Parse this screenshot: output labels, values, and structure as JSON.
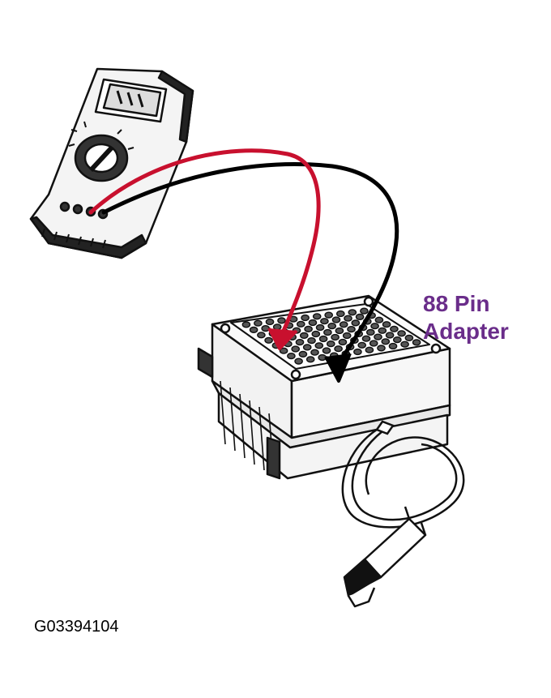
{
  "callout": {
    "line1": "88 Pin",
    "line2": "Adapter"
  },
  "figure_id": "G03394104",
  "colors": {
    "callout_text": "#6a2d8a",
    "red_lead": "#c8102e",
    "black_lead": "#000000",
    "line_art": "#111111"
  },
  "icons": [
    "multimeter-icon",
    "adapter-box-icon",
    "test-lead-icon",
    "alligator-clip-icon"
  ]
}
